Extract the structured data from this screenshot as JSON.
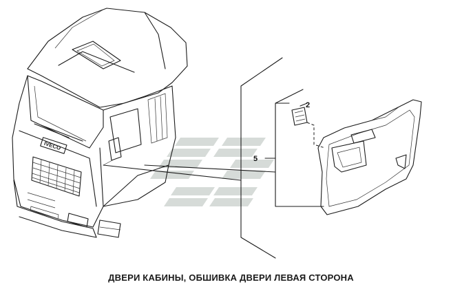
{
  "caption": "ДВЕРИ КАБИНЫ, ОБШИВКА ДВЕРИ ЛЕВАЯ СТОРОНА",
  "callouts": {
    "part_2": "2",
    "part_5": "5"
  },
  "badge_text": "IVECO",
  "watermark_color": "#c9cfcc",
  "line_color": "#1a1a1a"
}
